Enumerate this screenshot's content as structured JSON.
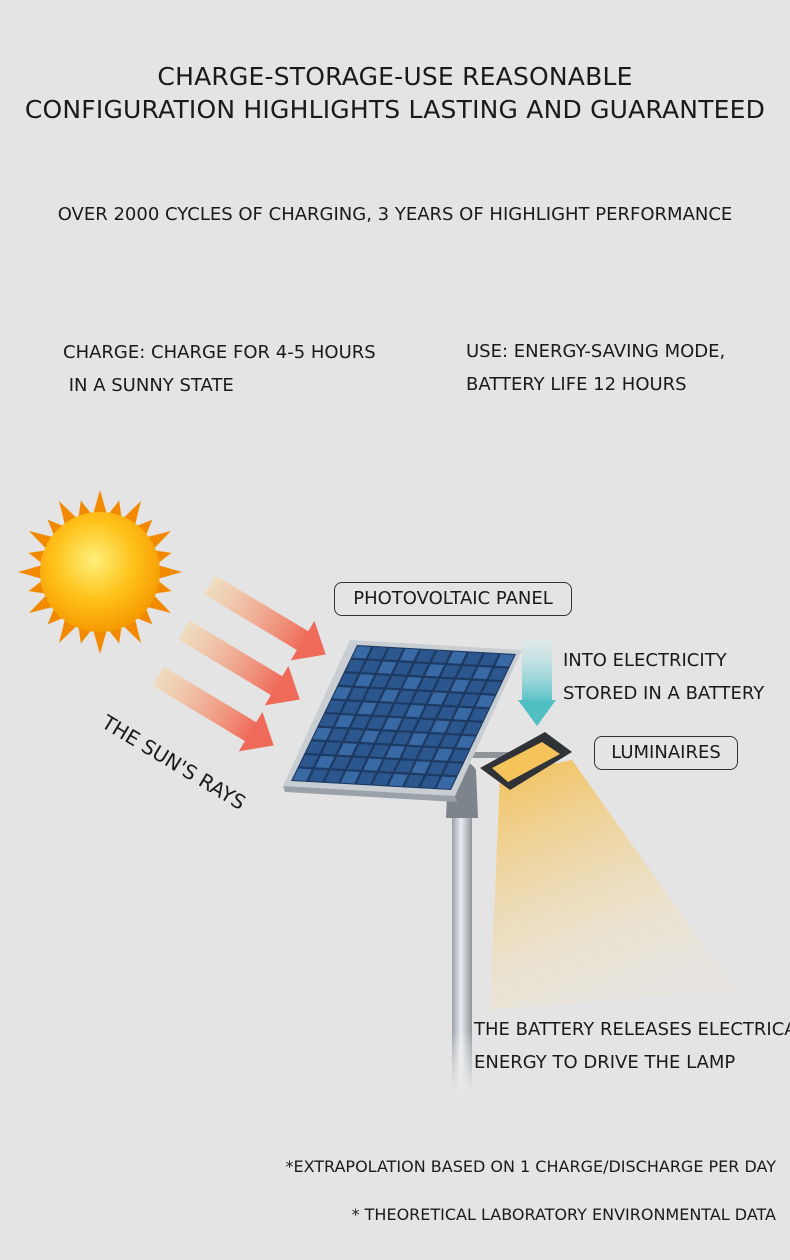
{
  "header": {
    "title_line1": "CHARGE-STORAGE-USE REASONABLE",
    "title_line2": "CONFIGURATION HIGHLIGHTS LASTING AND GUARANTEED",
    "subtitle": "OVER 2000 CYCLES OF CHARGING, 3 YEARS OF HIGHLIGHT PERFORMANCE"
  },
  "charge": {
    "line1": "CHARGE: CHARGE FOR 4-5 HOURS",
    "line2": " IN A SUNNY STATE"
  },
  "use": {
    "line1": "USE: ENERGY-SAVING MODE,",
    "line2": "BATTERY LIFE 12 HOURS"
  },
  "diagram": {
    "pv_label": "PHOTOVOLTAIC PANEL",
    "battery_line1": "INTO ELECTRICITY",
    "battery_line2": "STORED IN A BATTERY",
    "luminaires_label": "LUMINAIRES",
    "rays_label": "THE SUN'S RAYS",
    "release_line1": "THE BATTERY RELEASES ELECTRICAL",
    "release_line2": "ENERGY TO DRIVE THE LAMP"
  },
  "notes": {
    "note1": "*EXTRAPOLATION BASED ON 1 CHARGE/DISCHARGE PER DAY",
    "note2": "* THEORETICAL LABORATORY ENVIRONMENTAL DATA"
  },
  "colors": {
    "background": "#e4e4e4",
    "sun_core": "#ffb000",
    "sun_rays": "#f28a00",
    "ray_arrow": "#f07a6a",
    "panel_cell": "#22477a",
    "battery_arrow": "#5ec4c8",
    "light_beam": "#f5c35a"
  }
}
